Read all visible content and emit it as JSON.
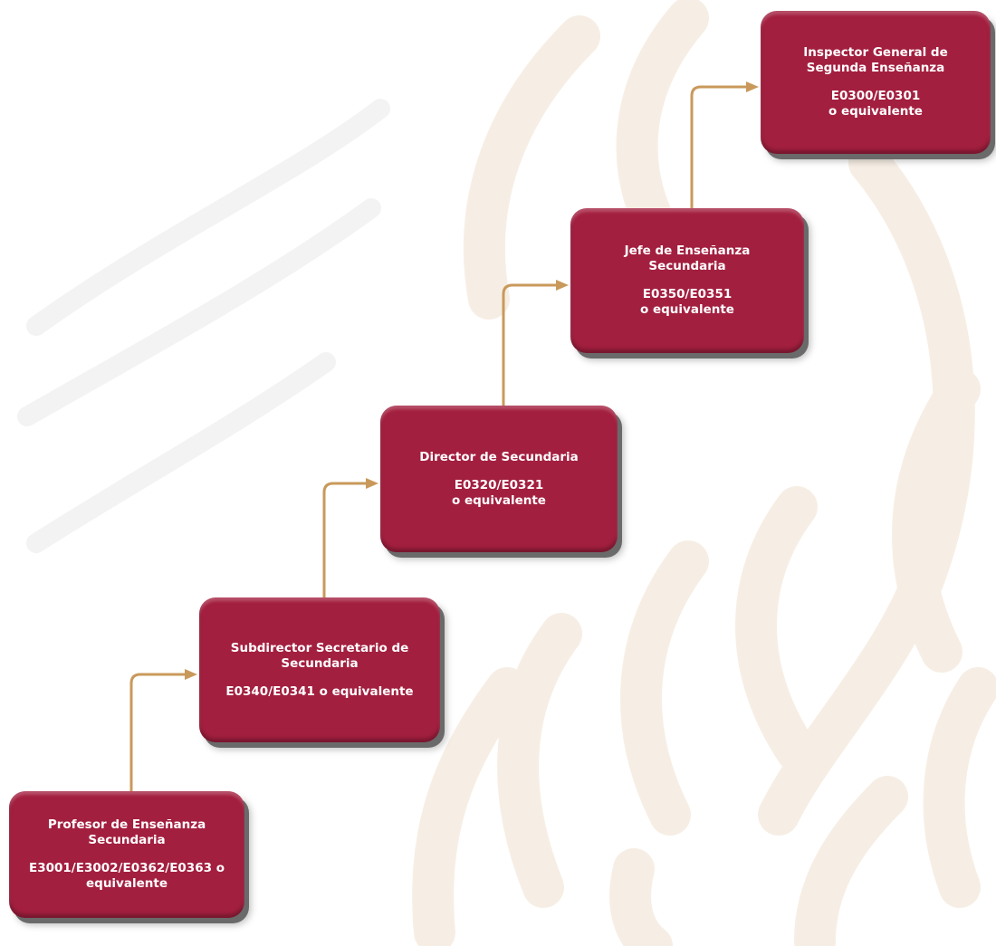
{
  "colors": {
    "node_fill": "#a31f3f",
    "connector": "#c9995b",
    "motif": "#f6eee4"
  },
  "nodes": [
    {
      "id": "profesor",
      "title": "Profesor de Enseñanza\nSecundaria",
      "code": "E3001/E3002/E0362/E0363 o\nequivalente"
    },
    {
      "id": "subdirector",
      "title": "Subdirector Secretario de\nSecundaria",
      "code": "E0340/E0341 o equivalente"
    },
    {
      "id": "director",
      "title": "Director de Secundaria",
      "code": "E0320/E0321\no equivalente"
    },
    {
      "id": "jefe",
      "title": "Jefe de Enseñanza\nSecundaria",
      "code": "E0350/E0351\no equivalente"
    },
    {
      "id": "inspector",
      "title": "Inspector General de\nSegunda Enseñanza",
      "code": "E0300/E0301\no equivalente"
    }
  ],
  "edges": [
    {
      "from": "profesor",
      "to": "subdirector"
    },
    {
      "from": "subdirector",
      "to": "director"
    },
    {
      "from": "director",
      "to": "jefe"
    },
    {
      "from": "jefe",
      "to": "inspector"
    }
  ]
}
